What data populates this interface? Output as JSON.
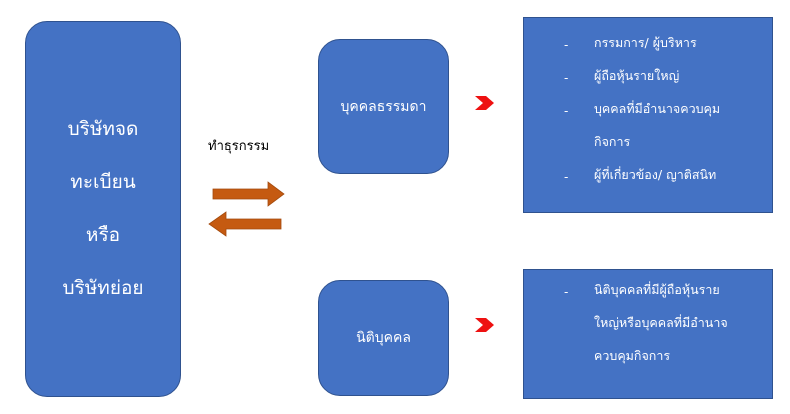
{
  "colors": {
    "box_fill": "#4472c4",
    "box_border": "#2f528f",
    "arrow_orange": "#c55a11",
    "chevron_red": "#ee1111"
  },
  "left_box": {
    "lines": [
      "บริษัทจด",
      "ทะเบียน",
      "หรือ",
      "บริษัทย่อย"
    ]
  },
  "trade_label": "ทำธุรกรรม",
  "natural_person": {
    "label": "บุคคลธรรมดา",
    "bullet_symbol": "-",
    "items": [
      "กรรมการ/ ผู้บริหาร",
      "ผู้ถือหุ้นรายใหญ่",
      "บุคคลที่มีอำนาจควบคุม",
      "กิจการ",
      "ผู้ที่เกี่ยวข้อง/ ญาติสนิท"
    ]
  },
  "juristic_person": {
    "label": "นิติบุคคล",
    "bullet_symbol": "-",
    "items": [
      "นิติบุคคลที่มีผู้ถือหุ้นราย",
      "ใหญ่หรือบุคคลที่มีอำนาจ",
      "ควบคุมกิจการ"
    ]
  },
  "icons": {
    "exchange_arrows": "double-arrow-icon",
    "pointer": "chevron-right-icon"
  }
}
